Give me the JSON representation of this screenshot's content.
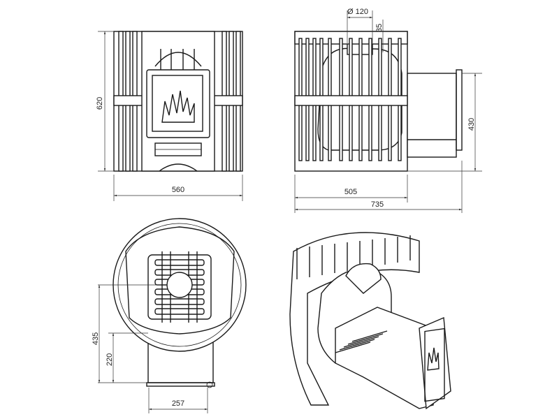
{
  "dimensions": {
    "front_height": "620",
    "front_width": "560",
    "side_depth": "505",
    "side_total_depth": "735",
    "side_firebox_height": "430",
    "chimney_diameter": "Ø 120",
    "chimney_offset": "35",
    "top_total": "435",
    "top_channel": "220",
    "top_channel_width": "257"
  }
}
